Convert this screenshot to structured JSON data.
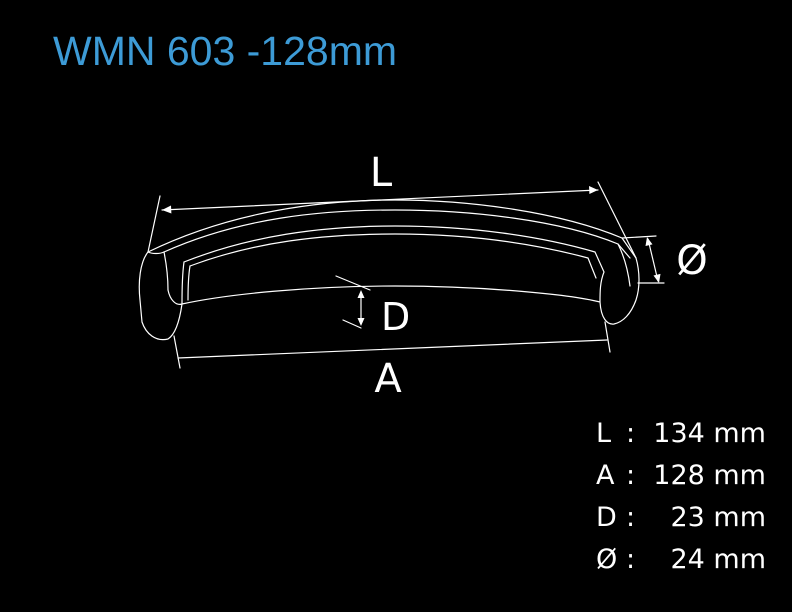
{
  "title": "WMN 603 -128mm",
  "drawing": {
    "label_L": "L",
    "label_A": "A",
    "label_D": "D",
    "label_dia": "Ø"
  },
  "specs": [
    {
      "key": "L",
      "colon": ":",
      "value": "134 mm"
    },
    {
      "key": "A",
      "colon": ":",
      "value": "128 mm"
    },
    {
      "key": "D",
      "colon": ":",
      "value": "23 mm"
    },
    {
      "key": "Ø",
      "colon": ":",
      "value": "24 mm"
    }
  ],
  "colors": {
    "background": "#000000",
    "title": "#3d9bd6",
    "line": "#ffffff"
  }
}
